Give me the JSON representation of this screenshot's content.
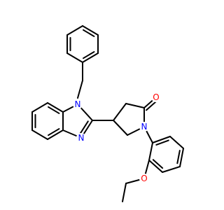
{
  "structure": {
    "atoms": [
      {
        "id": "N1",
        "symbol": "N",
        "color": "#0000ff"
      },
      {
        "id": "N3",
        "symbol": "N",
        "color": "#0000ff"
      },
      {
        "id": "N_lactam",
        "symbol": "N",
        "color": "#0000ff"
      },
      {
        "id": "O_carbonyl",
        "symbol": "O",
        "color": "#ff0000"
      },
      {
        "id": "O_ether",
        "symbol": "O",
        "color": "#ff0000"
      }
    ]
  }
}
